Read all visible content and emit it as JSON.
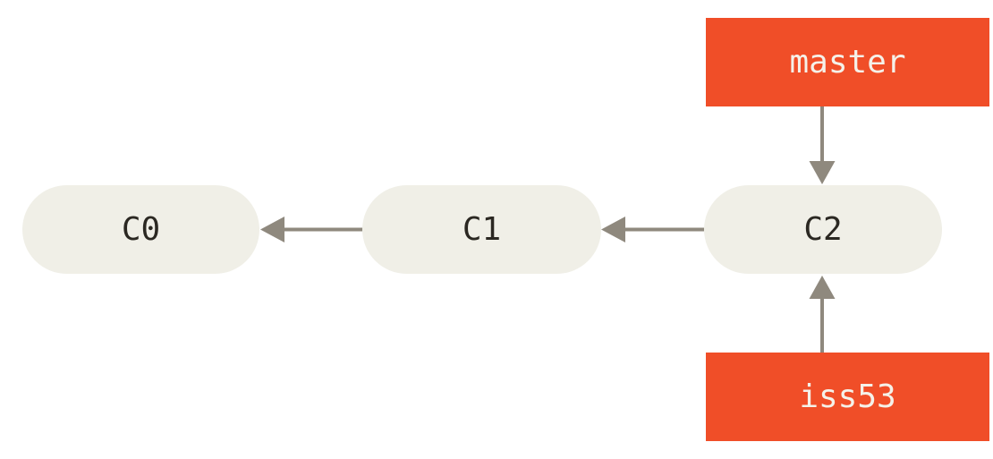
{
  "diagram": {
    "type": "git-commit-graph",
    "commits": [
      {
        "id": "C0",
        "label": "C0"
      },
      {
        "id": "C1",
        "label": "C1"
      },
      {
        "id": "C2",
        "label": "C2"
      }
    ],
    "edges": [
      {
        "from": "C1",
        "to": "C0"
      },
      {
        "from": "C2",
        "to": "C1"
      },
      {
        "from": "master",
        "to": "C2"
      },
      {
        "from": "iss53",
        "to": "C2"
      }
    ],
    "branches": [
      {
        "name": "master",
        "points_to": "C2"
      },
      {
        "name": "iss53",
        "points_to": "C2"
      }
    ],
    "colors": {
      "background": "#FFFFFF",
      "commit_fill": "#F0EFE7",
      "commit_text": "#2B2822",
      "branch_fill": "#F04E28",
      "branch_text": "#F5F1E9",
      "arrow": "#8F897E"
    }
  }
}
